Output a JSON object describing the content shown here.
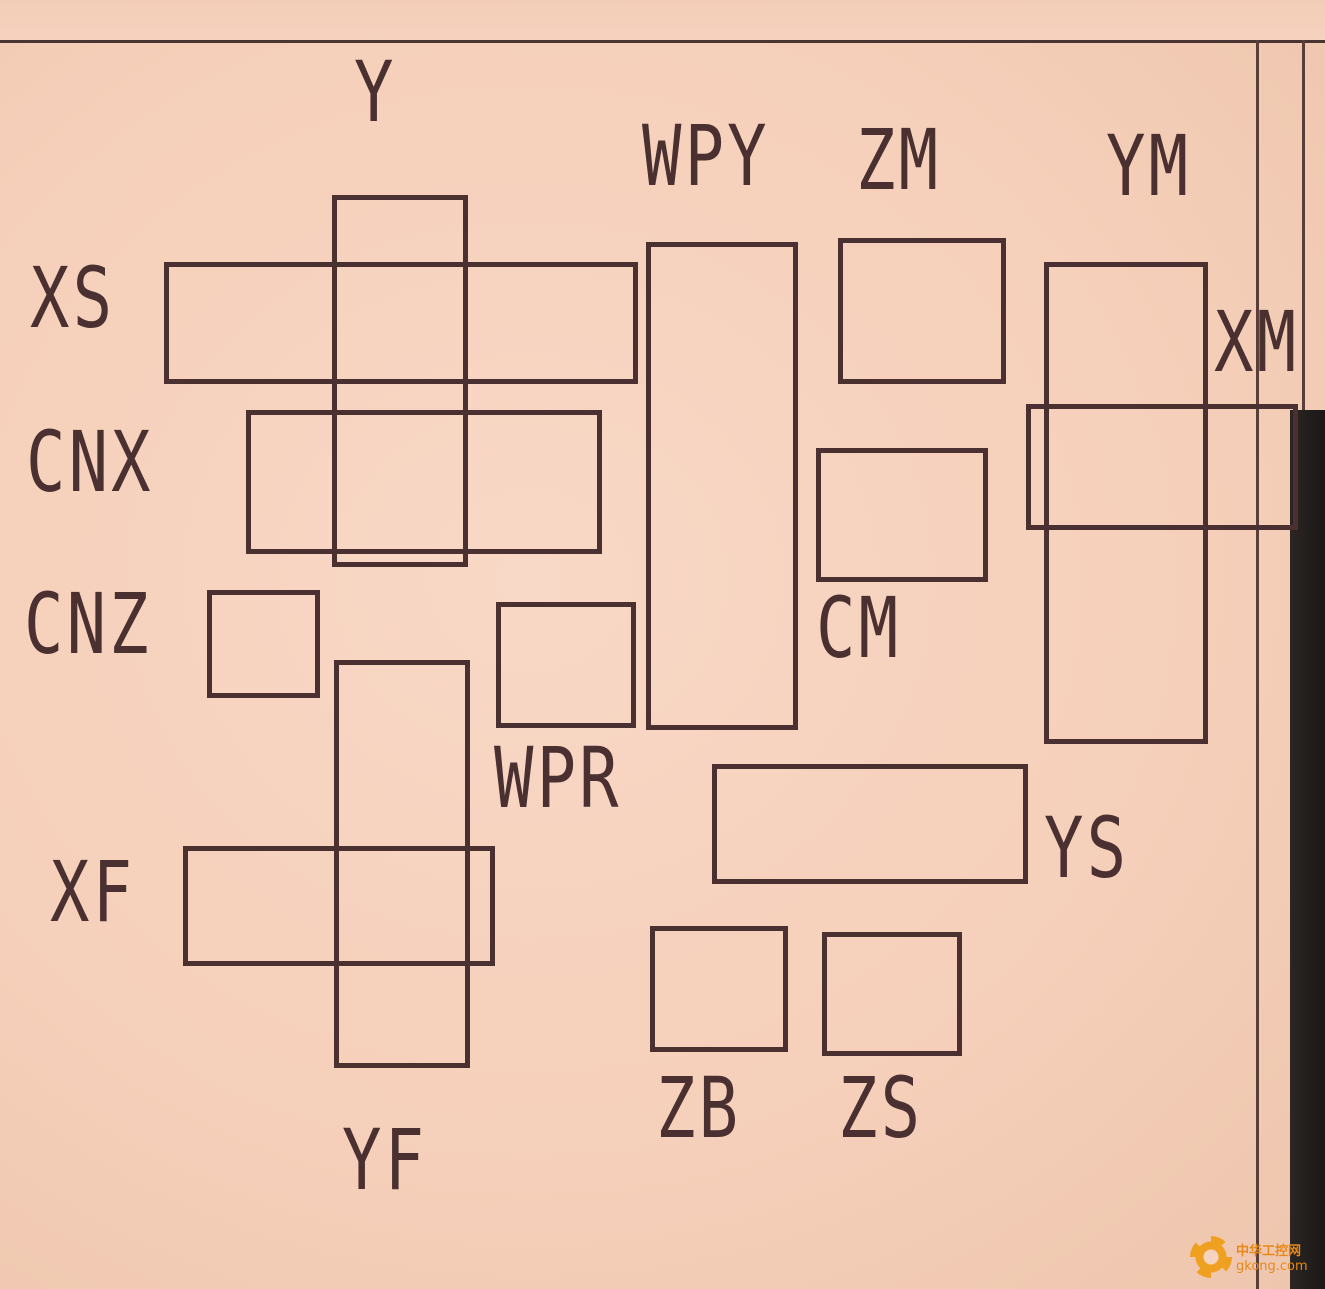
{
  "labels": {
    "y": "Y",
    "wpy": "WPY",
    "zm": "ZM",
    "ym": "YM",
    "xs": "XS",
    "xm": "XM",
    "cnx": "CNX",
    "cnz": "CNZ",
    "cm": "CM",
    "wpr": "WPR",
    "ys": "YS",
    "xf": "XF",
    "zb": "ZB",
    "zs": "ZS",
    "yf": "YF"
  },
  "watermark": {
    "cn": "中华工控网",
    "en": "gkong.com",
    "icon": "gear-icon"
  },
  "colors": {
    "background": "#f6d3bf",
    "ink": "#4a3030",
    "watermark": "#e8881a"
  }
}
